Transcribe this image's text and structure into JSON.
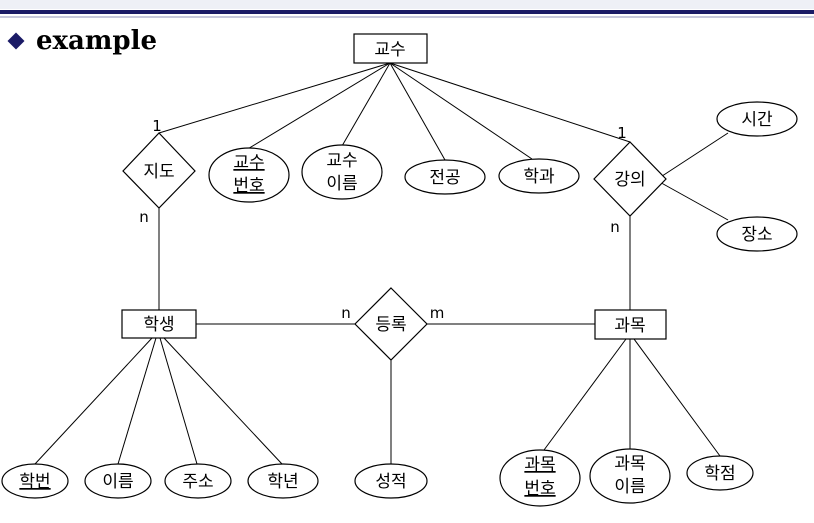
{
  "slide": {
    "title": "example"
  },
  "entities": {
    "professor": "교수",
    "student": "학생",
    "course": "과목"
  },
  "relationships": {
    "advise": "지도",
    "lecture": "강의",
    "enroll": "등록"
  },
  "attributes": {
    "prof_no": [
      "교수",
      "번호"
    ],
    "prof_name": [
      "교수",
      "이름"
    ],
    "major": "전공",
    "department": "학과",
    "time": "시간",
    "place": "장소",
    "student_no": "학번",
    "name": "이름",
    "address": "주소",
    "grade_year": "학년",
    "score": "성적",
    "course_no": [
      "과목",
      "번호"
    ],
    "course_name": [
      "과목",
      "이름"
    ],
    "credit": "학점"
  },
  "cardinalities": {
    "advise_prof": "1",
    "advise_student": "n",
    "lecture_prof": "1",
    "lecture_course": "n",
    "enroll_student": "n",
    "enroll_course": "m"
  }
}
